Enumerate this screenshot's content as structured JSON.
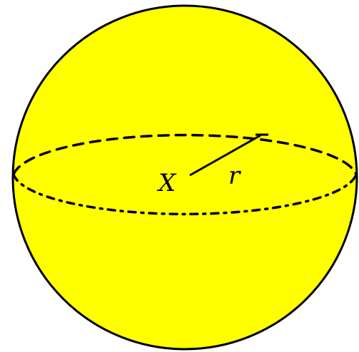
{
  "diagram": {
    "type": "sphere",
    "colors": {
      "fill": "#ffff00",
      "stroke": "#000000"
    },
    "center_label": "X",
    "radius_label": "r"
  }
}
